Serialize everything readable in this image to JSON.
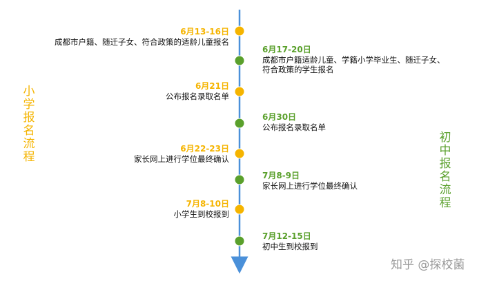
{
  "left_title": "小学报名流程",
  "right_title": "初中报名流程",
  "colors": {
    "primary_school": "#f5b400",
    "middle_school": "#5aa02c",
    "axis": "#4a90d9"
  },
  "left_events": [
    {
      "date": "6月13-16日",
      "lines": [
        "成都市户籍、随迁子女、符合政策的适龄儿童报名"
      ]
    },
    {
      "date": "6月21日",
      "lines": [
        "公布报名录取名单"
      ]
    },
    {
      "date": "6月22-23日",
      "lines": [
        "家长网上进行学位最终确认"
      ]
    },
    {
      "date": "7月8-10日",
      "lines": [
        "小学生到校报到"
      ]
    }
  ],
  "right_events": [
    {
      "date": "6月17-20日",
      "lines": [
        "成都市户籍适龄儿童、学籍小学毕业生、随迁子女、",
        "符合政策的学生报名"
      ]
    },
    {
      "date": "6月30日",
      "lines": [
        "公布报名录取名单"
      ]
    },
    {
      "date": "7月8-9日",
      "lines": [
        "家长网上进行学位最终确认"
      ]
    },
    {
      "date": "7月12-15日",
      "lines": [
        "初中生到校报到"
      ]
    }
  ],
  "watermark": "知乎 @探校菌"
}
